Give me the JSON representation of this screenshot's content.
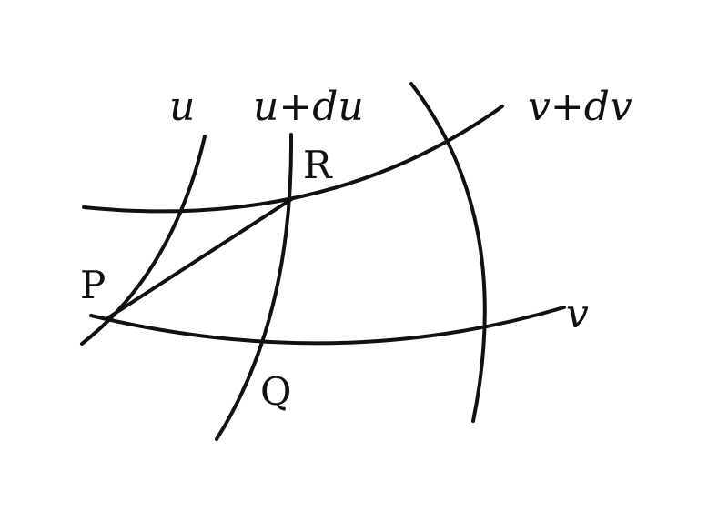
{
  "curve_labels": {
    "u": "u",
    "u_du": "u+du",
    "v": "v",
    "v_dv": "v+dv"
  },
  "point_labels": {
    "P": "P",
    "Q": "Q",
    "R": "R"
  },
  "colors": {
    "ink": "#111111",
    "background": "#ffffff"
  }
}
